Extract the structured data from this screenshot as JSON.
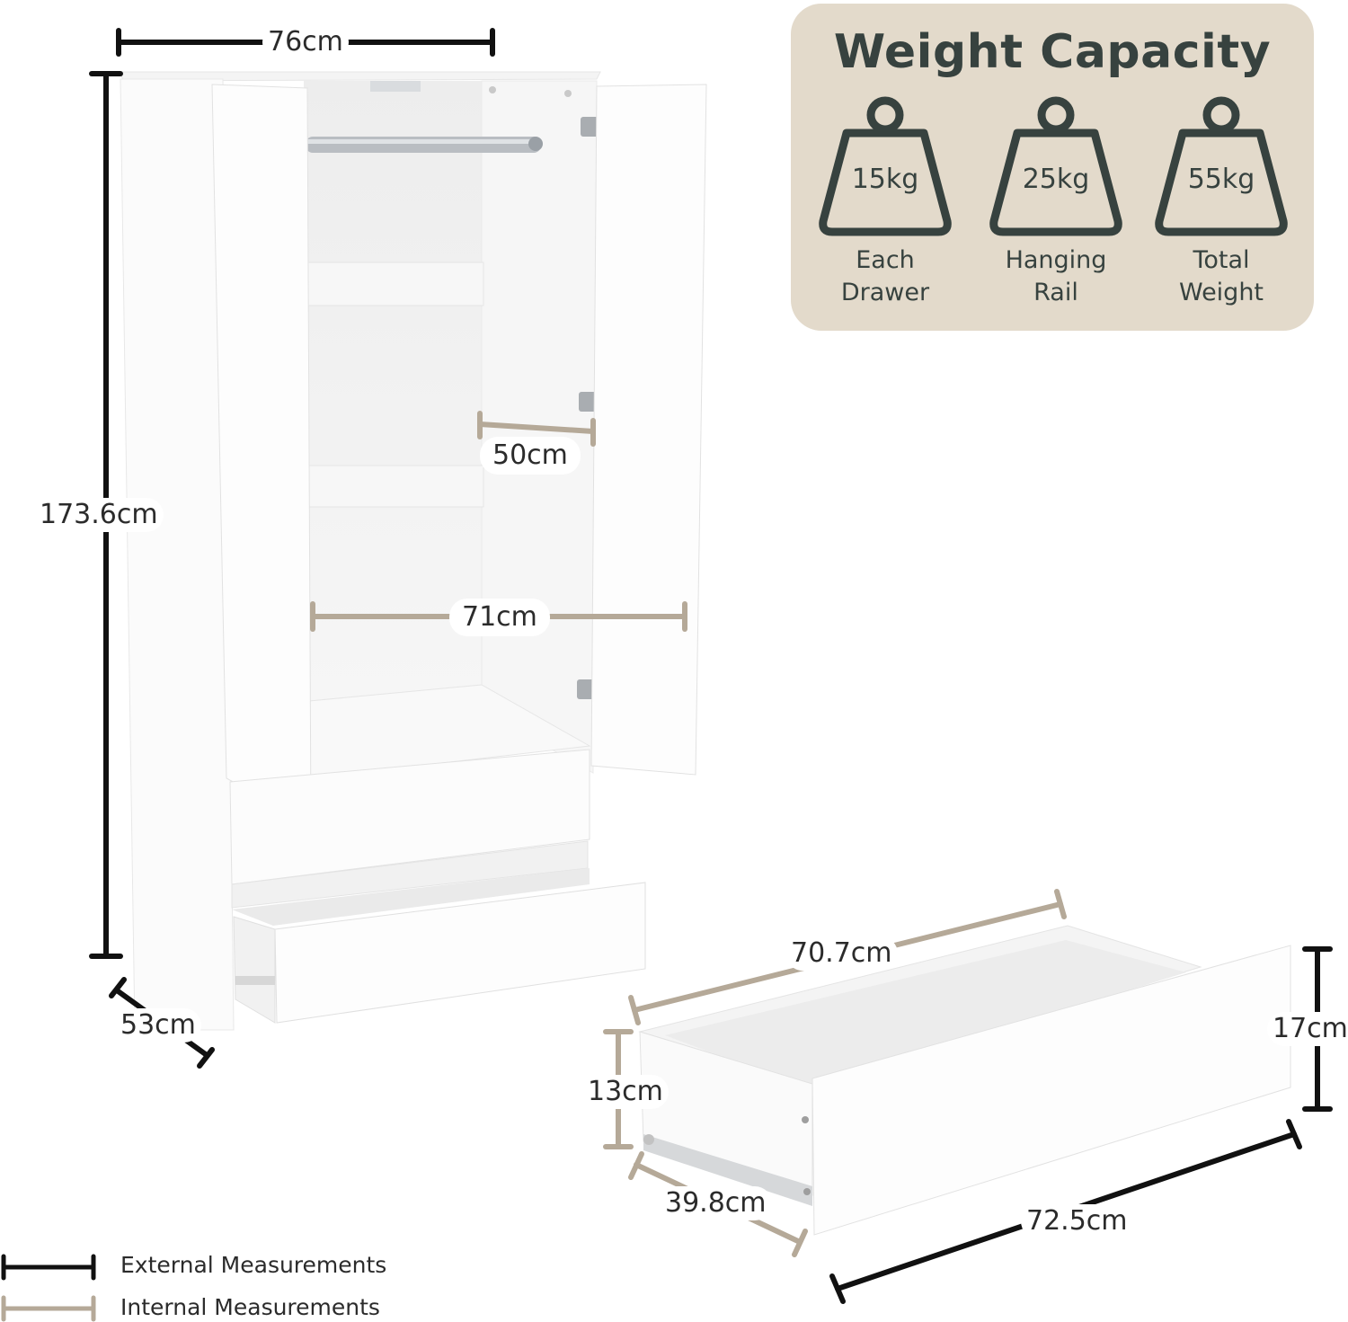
{
  "measurements": {
    "wardrobe_width": "76cm",
    "wardrobe_height": "173.6cm",
    "wardrobe_depth": "53cm",
    "interior_depth": "50cm",
    "interior_width": "71cm",
    "drawer_inner_length": "70.7cm",
    "drawer_front_height": "17cm",
    "drawer_side_height": "13cm",
    "drawer_depth": "39.8cm",
    "drawer_front_width": "72.5cm"
  },
  "weight_capacity": {
    "title": "Weight Capacity",
    "items": [
      {
        "value": "15kg",
        "caption": "Each\nDrawer"
      },
      {
        "value": "25kg",
        "caption": "Hanging\nRail"
      },
      {
        "value": "55kg",
        "caption": "Total\nWeight"
      }
    ]
  },
  "legend": {
    "external": "External Measurements",
    "internal": "Internal Measurements"
  },
  "colors": {
    "external_line": "#111111",
    "internal_line": "#b5a998",
    "card_bg": "#e3dacb",
    "card_text": "#37423f"
  }
}
